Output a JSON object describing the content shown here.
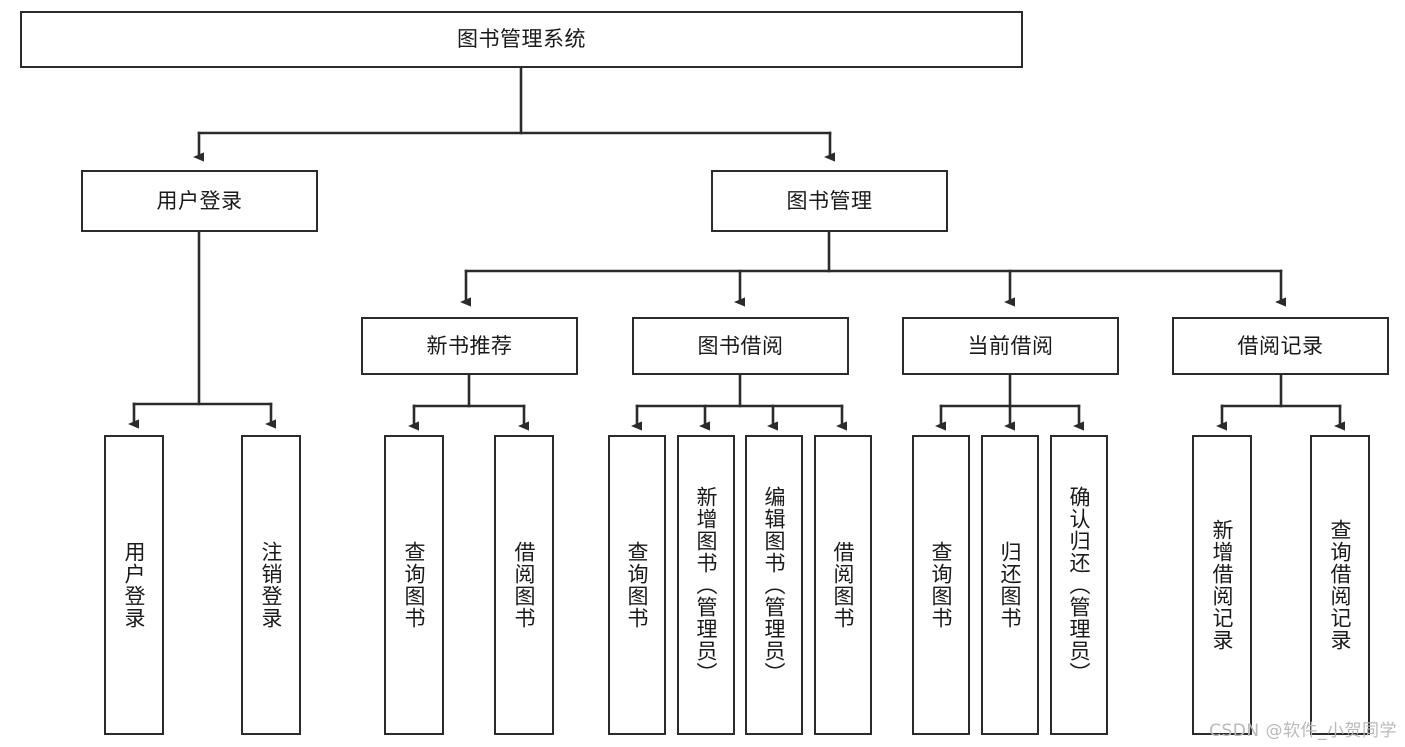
{
  "diagram": {
    "title": "图书管理系统",
    "type": "tree-hierarchy-diagram",
    "colors": {
      "box_border": "#2b2b2b",
      "box_fill": "#ffffff",
      "connector": "#2b2b2b",
      "text": "#1a1a1a",
      "watermark": "#b9b9b9",
      "background": "#ffffff"
    },
    "nodes": {
      "root": {
        "label": "图书管理系统"
      },
      "level2": [
        {
          "id": "user-login",
          "label": "用户登录"
        },
        {
          "id": "book-management",
          "label": "图书管理"
        }
      ],
      "level3": [
        {
          "id": "new-book-recommend",
          "label": "新书推荐"
        },
        {
          "id": "book-borrow",
          "label": "图书借阅"
        },
        {
          "id": "current-borrow",
          "label": "当前借阅"
        },
        {
          "id": "borrow-record",
          "label": "借阅记录"
        }
      ],
      "leaves": {
        "user_login": [
          {
            "id": "leaf-user-login",
            "label": "用户登录"
          },
          {
            "id": "leaf-user-logout",
            "label": "注销登录"
          }
        ],
        "new_book_recommend": [
          {
            "id": "leaf-query-book-1",
            "label": "查询图书"
          },
          {
            "id": "leaf-borrow-book-1",
            "label": "借阅图书"
          }
        ],
        "book_borrow": [
          {
            "id": "leaf-query-book-2",
            "label": "查询图书"
          },
          {
            "id": "leaf-add-book",
            "label": "新增图书（管理员）"
          },
          {
            "id": "leaf-edit-book",
            "label": "编辑图书（管理员）"
          },
          {
            "id": "leaf-borrow-book-2",
            "label": "借阅图书"
          }
        ],
        "current_borrow": [
          {
            "id": "leaf-query-book-3",
            "label": "查询图书"
          },
          {
            "id": "leaf-return-book",
            "label": "归还图书"
          },
          {
            "id": "leaf-confirm-return",
            "label": "确认归还（管理员）"
          }
        ],
        "borrow_record": [
          {
            "id": "leaf-add-record",
            "label": "新增借阅记录"
          },
          {
            "id": "leaf-query-record",
            "label": "查询借阅记录"
          }
        ]
      }
    }
  },
  "watermark": {
    "text": "CSDN @软件_小贺同学"
  }
}
